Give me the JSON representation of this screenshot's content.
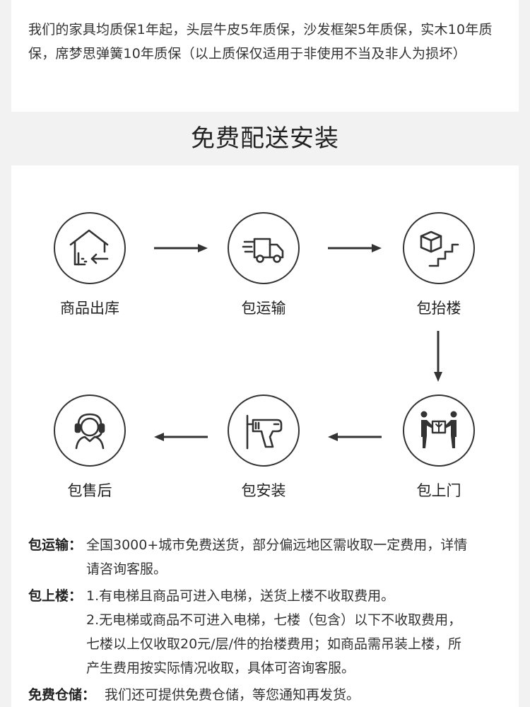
{
  "warranty": {
    "text": "我们的家具均质保1年起，头层牛皮5年质保，沙发框架5年质保，实木10年质保，席梦思弹簧10年质保（以上质保仅适用于非使用不当及非人为损坏）"
  },
  "section_title": "免费配送安装",
  "steps": [
    {
      "label": "商品出库",
      "icon": "warehouse-icon"
    },
    {
      "label": "包运输",
      "icon": "delivery-truck-icon"
    },
    {
      "label": "包抬楼",
      "icon": "stairs-box-icon"
    },
    {
      "label": "包上门",
      "icon": "handover-icon"
    },
    {
      "label": "包安装",
      "icon": "drill-icon"
    },
    {
      "label": "包售后",
      "icon": "headset-agent-icon"
    }
  ],
  "terms": {
    "transport": {
      "key": "包运输：",
      "lines": [
        "全国3000+城市免费送货，部分偏远地区需收取一定费用，详情",
        "请咨询客服。"
      ]
    },
    "upstairs": {
      "key": "包上楼：",
      "lines": [
        "1.有电梯且商品可进入电梯，送货上楼不收取费用。",
        "2.无电梯或商品不可进入电梯，七楼（包含）以下不收取费用，",
        "七楼以上仅收取20元/层/件的抬楼费用；如商品需吊装上楼，所",
        "产生费用按实际情况收取，具体可咨询客服。"
      ]
    },
    "storage": {
      "key": "免费仓储：",
      "lines": [
        "我们还可提供免费仓储，等您通知再发货。"
      ]
    }
  }
}
